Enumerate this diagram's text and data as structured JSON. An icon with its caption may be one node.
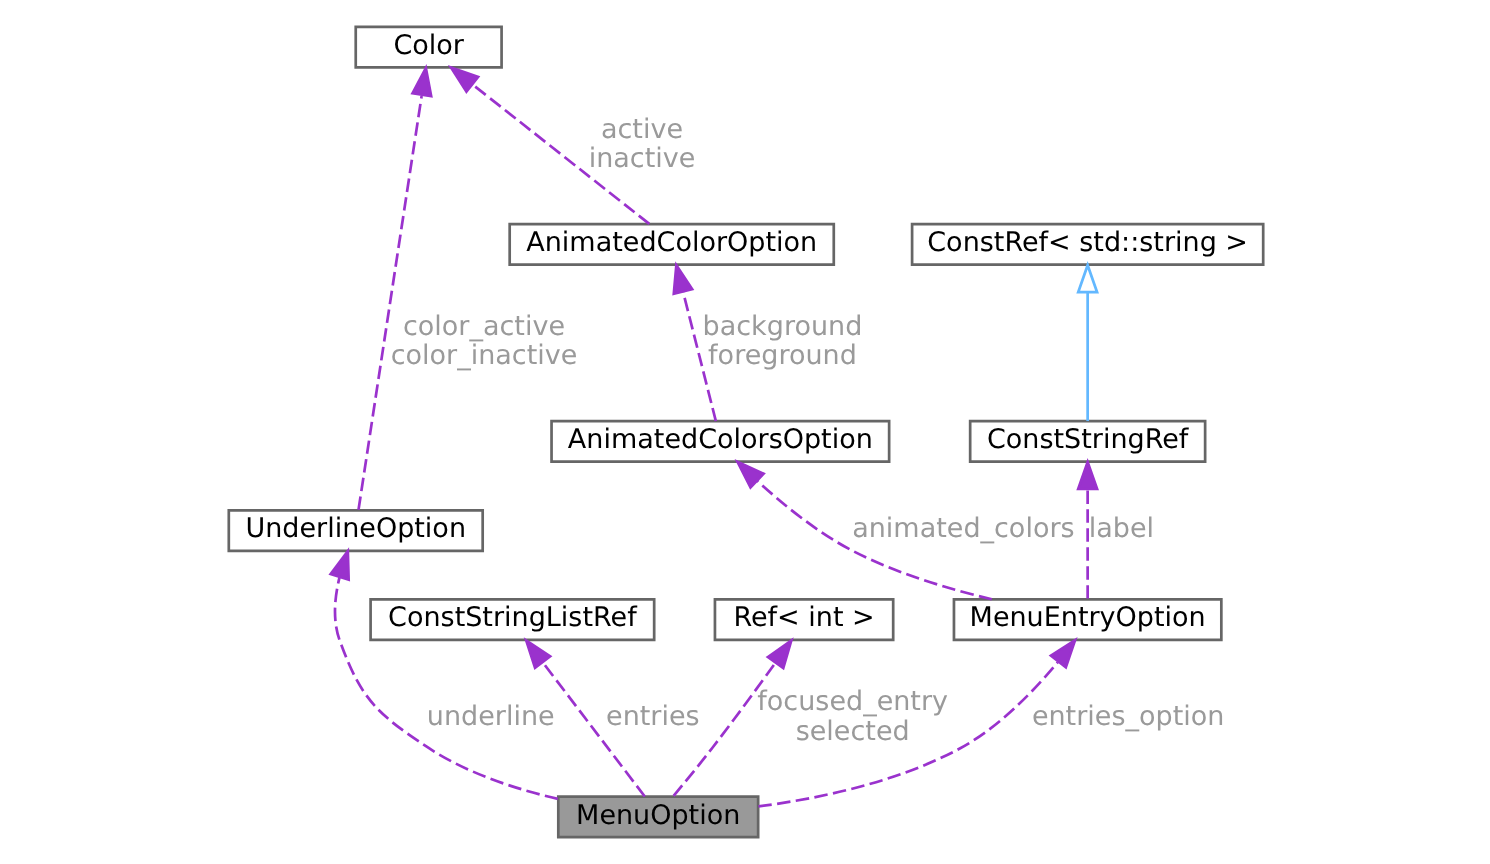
{
  "diagram": {
    "nodes": [
      {
        "text": [
          "Color"
        ]
      },
      {
        "text": [
          "UnderlineOption"
        ]
      },
      {
        "text": [
          "AnimatedColorOption"
        ]
      },
      {
        "text": [
          "ConstRef< std::string >"
        ]
      },
      {
        "text": [
          "AnimatedColorsOption"
        ]
      },
      {
        "text": [
          "ConstStringRef"
        ]
      },
      {
        "text": [
          "ConstStringListRef"
        ]
      },
      {
        "text": [
          "Ref< int >"
        ]
      },
      {
        "text": [
          "MenuEntryOption"
        ]
      },
      {
        "text": [
          "MenuOption"
        ]
      }
    ],
    "edges": [
      {
        "from": 9,
        "to": 6,
        "arrow": "to",
        "style": "dashed",
        "label": "entries"
      },
      {
        "from": 9,
        "to": 7,
        "arrow": "to",
        "style": "dashed",
        "label": "focused_entry selected"
      },
      {
        "from": 9,
        "to": 1,
        "arrow": "to",
        "style": "dashed",
        "label": "underline"
      },
      {
        "from": 9,
        "to": 8,
        "arrow": "to",
        "style": "dashed",
        "label": "entries_option"
      },
      {
        "from": 8,
        "to": 4,
        "arrow": "to",
        "style": "dashed",
        "label": "animated_colors"
      },
      {
        "from": 8,
        "to": 5,
        "arrow": "to",
        "style": "dashed",
        "label": "label"
      },
      {
        "from": 5,
        "to": 3,
        "arrow": "to",
        "color": "#63b8ff"
      },
      {
        "from": 4,
        "to": 2,
        "arrow": "to",
        "style": "dashed",
        "label": "background foreground"
      },
      {
        "from": 2,
        "to": 0,
        "arrow": "to",
        "style": "dashed",
        "label": "active inactive"
      },
      {
        "from": 1,
        "to": 0,
        "arrow": "to",
        "style": "dashed",
        "label": "color_active color_inactive"
      }
    ]
  }
}
